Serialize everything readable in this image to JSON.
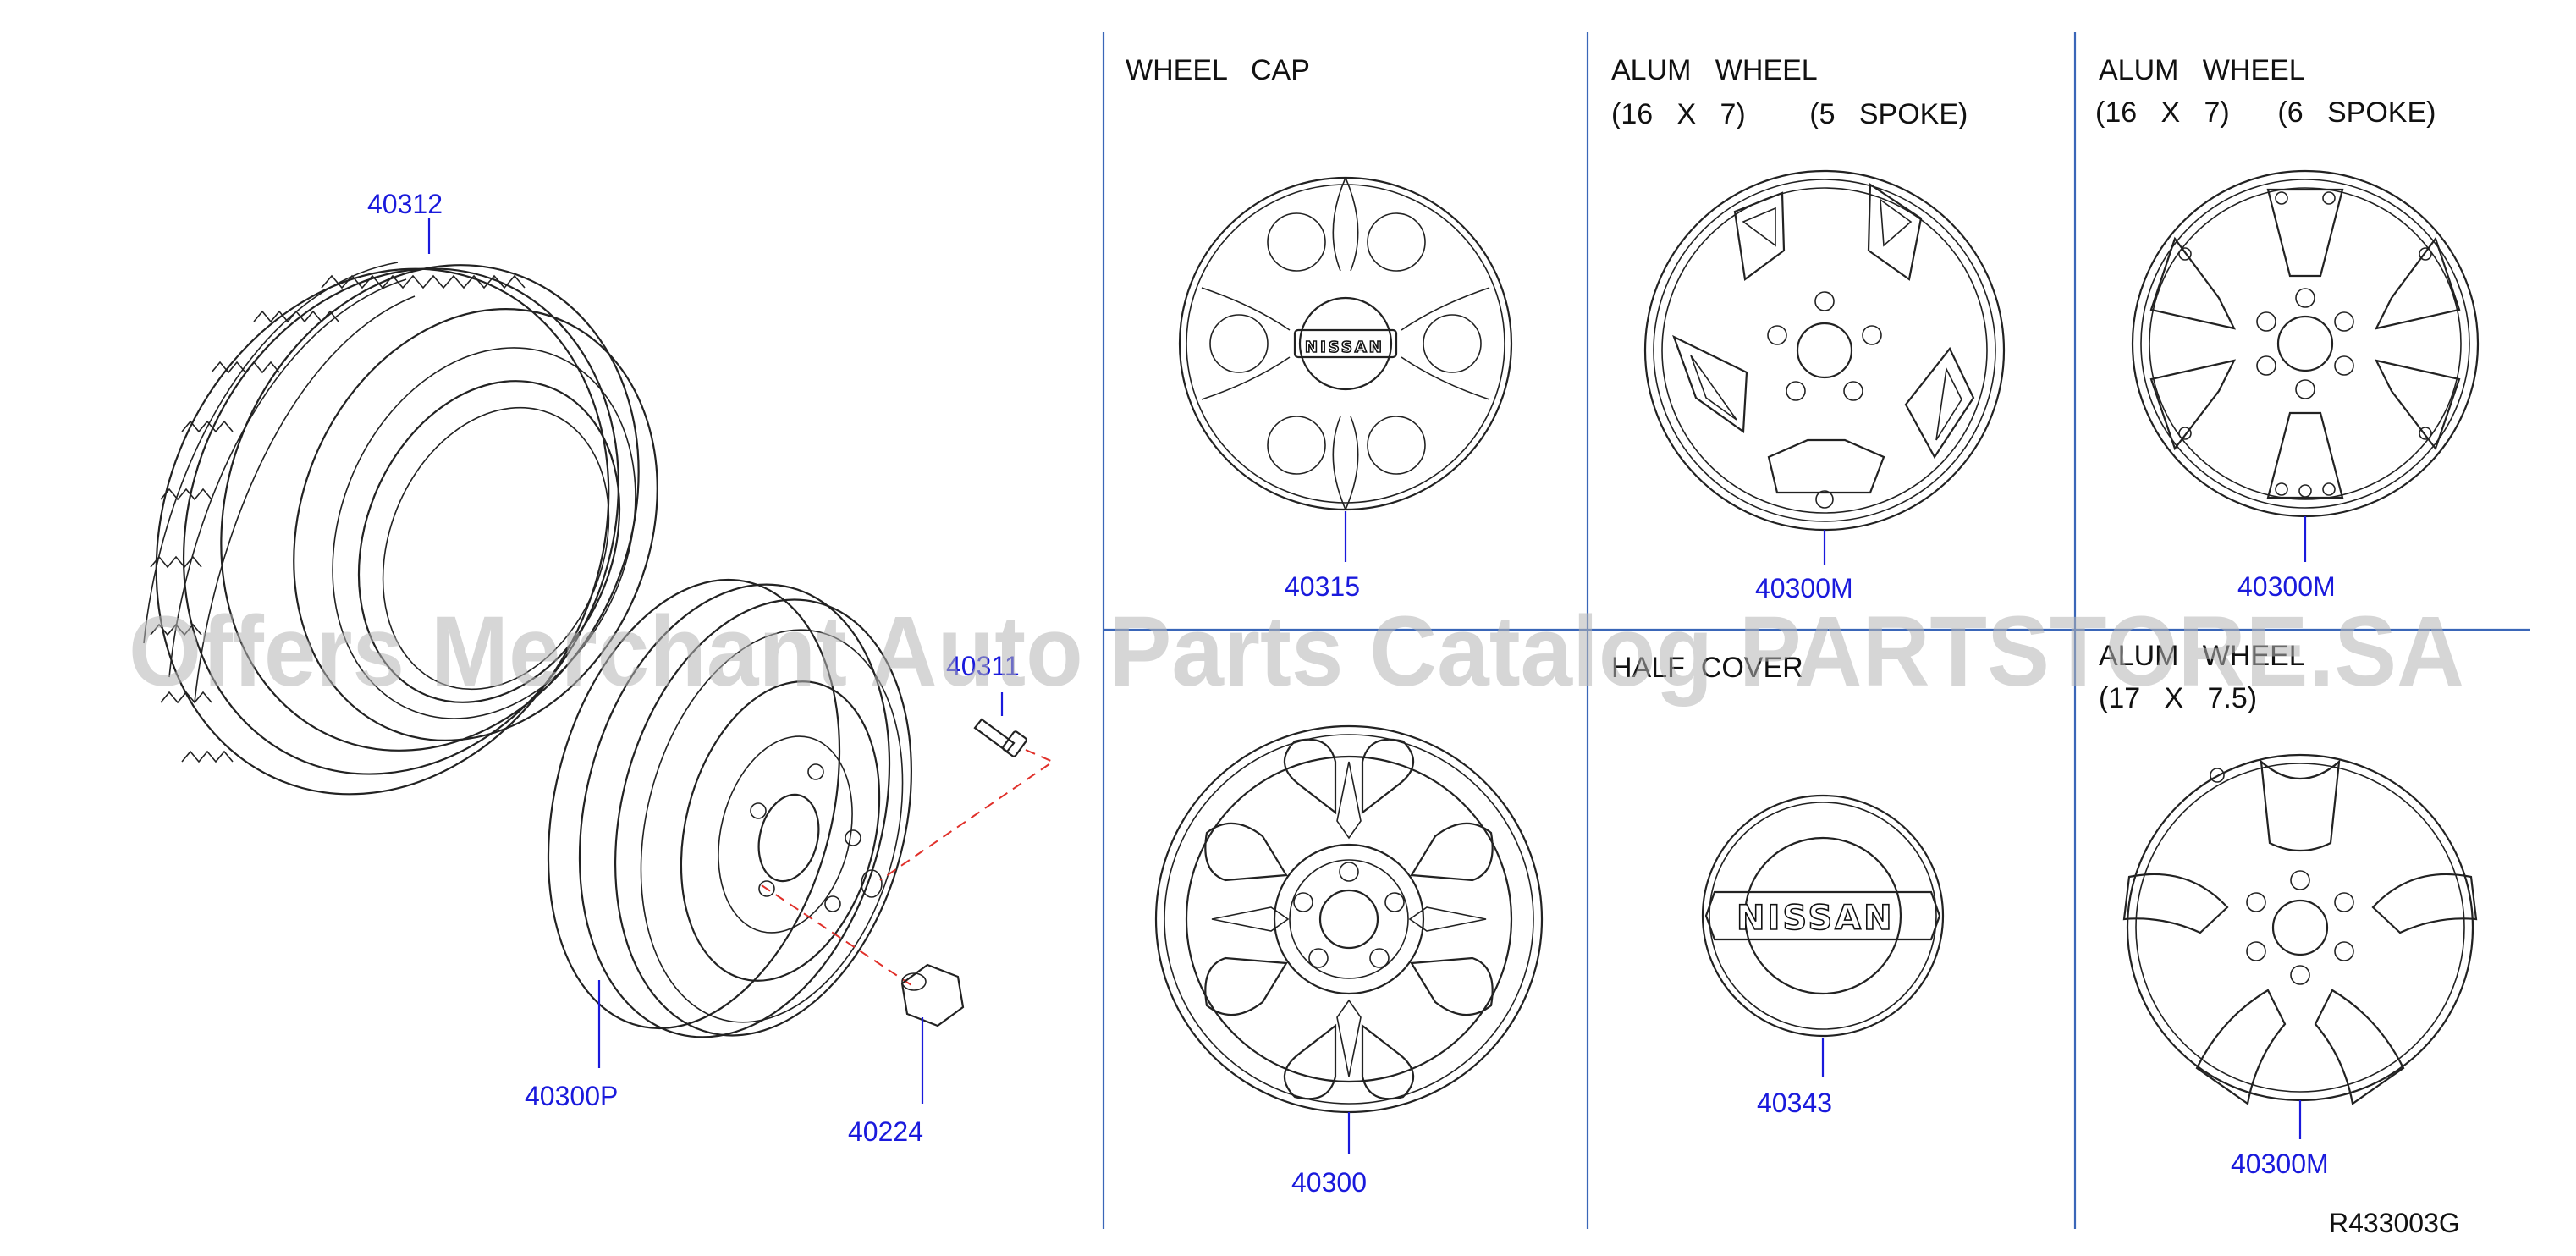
{
  "headers": {
    "wheel_cap": "WHEEL   CAP",
    "alum_5_l1": "ALUM   WHEEL",
    "alum_5_l2": "(16   X   7)        (5   SPOKE)",
    "alum_6_l1": "ALUM   WHEEL",
    "alum_6_l2": "(16   X   7)      (6   SPOKE)",
    "hub_cover": "HALF  COVER",
    "alum_17_l1": "ALUM   WHEEL",
    "alum_17_l2": "(17   X   7.5)"
  },
  "parts": {
    "tire": "40312",
    "steel_spare_wheel": "40300P",
    "bolt": "40311",
    "nut": "40224",
    "wheel_cap": "40315",
    "alum_wheel_5_spoke": "40300M",
    "alum_wheel_6_spoke": "40300M",
    "steel_wheel": "40300",
    "hub_cover": "40343",
    "alum_wheel_17": "40300M"
  },
  "logos": {
    "cap_logo": "NISSAN",
    "cover_logo": "NISSAN"
  },
  "watermark": "Offers Merchant Auto Parts Catalog PARTSTORE.SA",
  "diagram_ref": "R433003G",
  "colors": {
    "part_number": "#1a1adc",
    "divider": "#3a66b8",
    "line_art": "#222222",
    "watermark": "#b4b4b4"
  }
}
